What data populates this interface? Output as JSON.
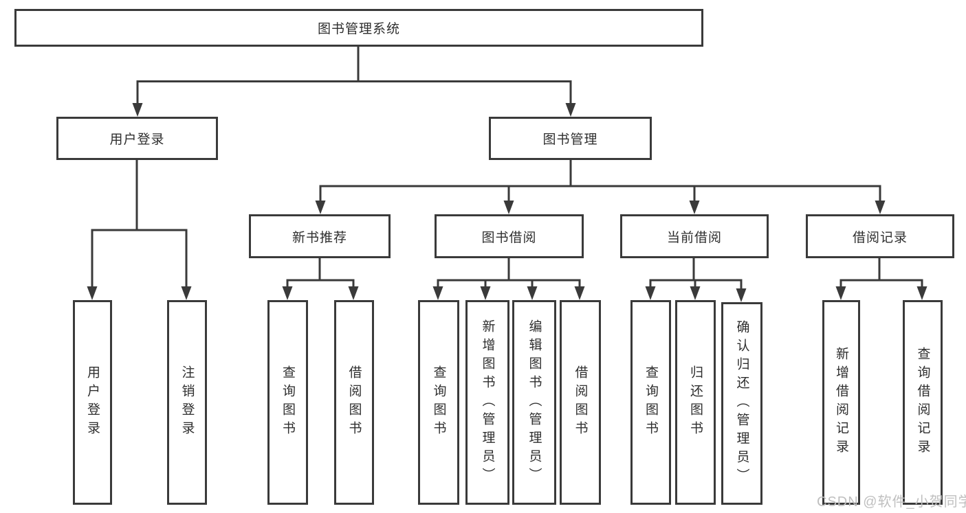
{
  "colors": {
    "line": "#3a3a3a",
    "box_border": "#3a3a3a",
    "text": "#2e2e2e",
    "watermark": "#bfbfbf",
    "background": "#ffffff"
  },
  "tree": {
    "root": {
      "label": "图书管理系统"
    },
    "branches": [
      {
        "label": "用户登录",
        "children": [
          {
            "label": "用户登录"
          },
          {
            "label": "注销登录"
          }
        ]
      },
      {
        "label": "图书管理",
        "children": [
          {
            "label": "新书推荐",
            "children": [
              {
                "label": "查询图书"
              },
              {
                "label": "借阅图书"
              }
            ]
          },
          {
            "label": "图书借阅",
            "children": [
              {
                "label": "查询图书"
              },
              {
                "label": "新增图书（管理员）"
              },
              {
                "label": "编辑图书（管理员）"
              },
              {
                "label": "借阅图书"
              }
            ]
          },
          {
            "label": "当前借阅",
            "children": [
              {
                "label": "查询图书"
              },
              {
                "label": "归还图书"
              },
              {
                "label": "确认归还（管理员）"
              }
            ]
          },
          {
            "label": "借阅记录",
            "children": [
              {
                "label": "新增借阅记录"
              },
              {
                "label": "查询借阅记录"
              }
            ]
          }
        ]
      }
    ]
  },
  "watermark": {
    "text": "CSDN @软件_小贺同学"
  }
}
